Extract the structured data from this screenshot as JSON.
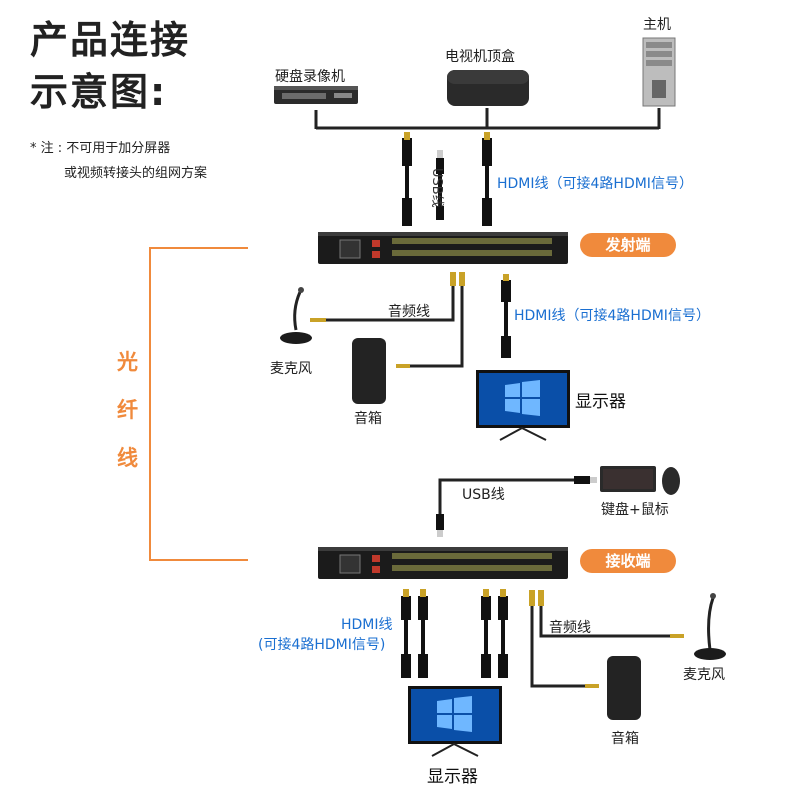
{
  "title": {
    "line1": "产品连接",
    "line2": "示意图:"
  },
  "note": {
    "line1": "* 注 : 不可用于加分屏器",
    "line2": "或视频转接头的组网方案"
  },
  "sources": {
    "dvr": "硬盘录像机",
    "tvbox": "电视机顶盒",
    "pc": "主机"
  },
  "top_cables": {
    "usb": "USB线",
    "hdmi": "HDMI线（可接4路HDMI信号）"
  },
  "transmitter": {
    "badge": "发射端",
    "audio_cable": "音频线",
    "hdmi_cable": "HDMI线（可接4路HDMI信号）",
    "mic": "麦克风",
    "speaker": "音箱",
    "monitor": "显示器"
  },
  "fiber": {
    "chars": [
      "光",
      "纤",
      "线"
    ]
  },
  "receiver": {
    "usb_cable": "USB线",
    "kbm": "键盘+鼠标",
    "badge": "接收端",
    "hdmi_cable_line1": "HDMI线",
    "hdmi_cable_line2": "(可接4路HDMI信号)",
    "audio_cable": "音频线",
    "mic": "麦克风",
    "speaker": "音箱",
    "monitor": "显示器"
  },
  "colors": {
    "accent": "#f08a3c",
    "blue_text": "#1a6fd1",
    "device": "#1b1b1b"
  }
}
